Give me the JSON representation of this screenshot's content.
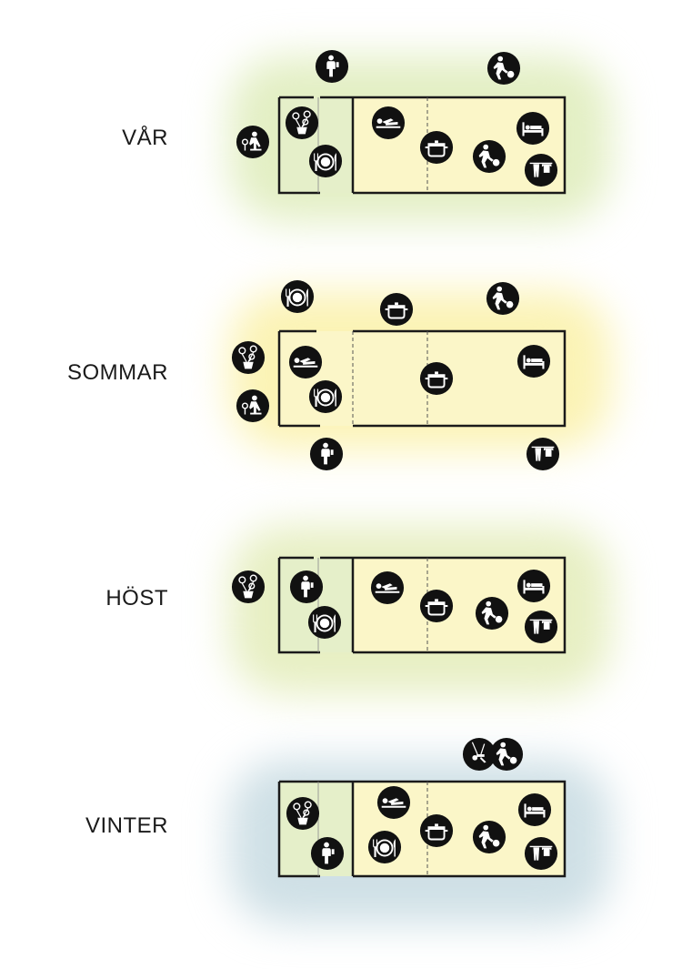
{
  "colors": {
    "spring_glow": "#e3efc4",
    "summer_glow": "#fbf3b5",
    "autumn_glow": "#e7efc3",
    "winter_glow": "#cfe0e6",
    "room_fill": "#fbf6c8",
    "entry_fill": "#e5efc9",
    "wall": "#1a1a1a",
    "icon_bg": "#111111",
    "icon_fg": "#ffffff"
  },
  "seasons": [
    {
      "id": "var",
      "label": "VÅR",
      "icons": [
        "drink-icon",
        "soccer-icon",
        "gardening-icon",
        "flowers-icon",
        "plate-cutlery-icon",
        "sunbathing-icon",
        "cooking-pot-icon",
        "soccer-icon",
        "bed-icon",
        "laundry-icon"
      ]
    },
    {
      "id": "sommar",
      "label": "SOMMAR",
      "icons": [
        "plate-cutlery-icon",
        "cooking-pot-icon",
        "soccer-icon",
        "flowers-icon",
        "gardening-icon",
        "sunbathing-icon",
        "plate-cutlery-icon",
        "cooking-pot-icon",
        "bed-icon",
        "drink-icon",
        "laundry-icon"
      ]
    },
    {
      "id": "host",
      "label": "HÖST",
      "icons": [
        "flowers-icon",
        "drink-icon",
        "plate-cutlery-icon",
        "sunbathing-icon",
        "cooking-pot-icon",
        "soccer-icon",
        "bed-icon",
        "laundry-icon"
      ]
    },
    {
      "id": "vinter",
      "label": "VINTER",
      "icons": [
        "swing-icon",
        "soccer-icon",
        "flowers-icon",
        "drink-icon",
        "sunbathing-icon",
        "plate-cutlery-icon",
        "cooking-pot-icon",
        "soccer-icon",
        "bed-icon",
        "laundry-icon"
      ]
    }
  ]
}
